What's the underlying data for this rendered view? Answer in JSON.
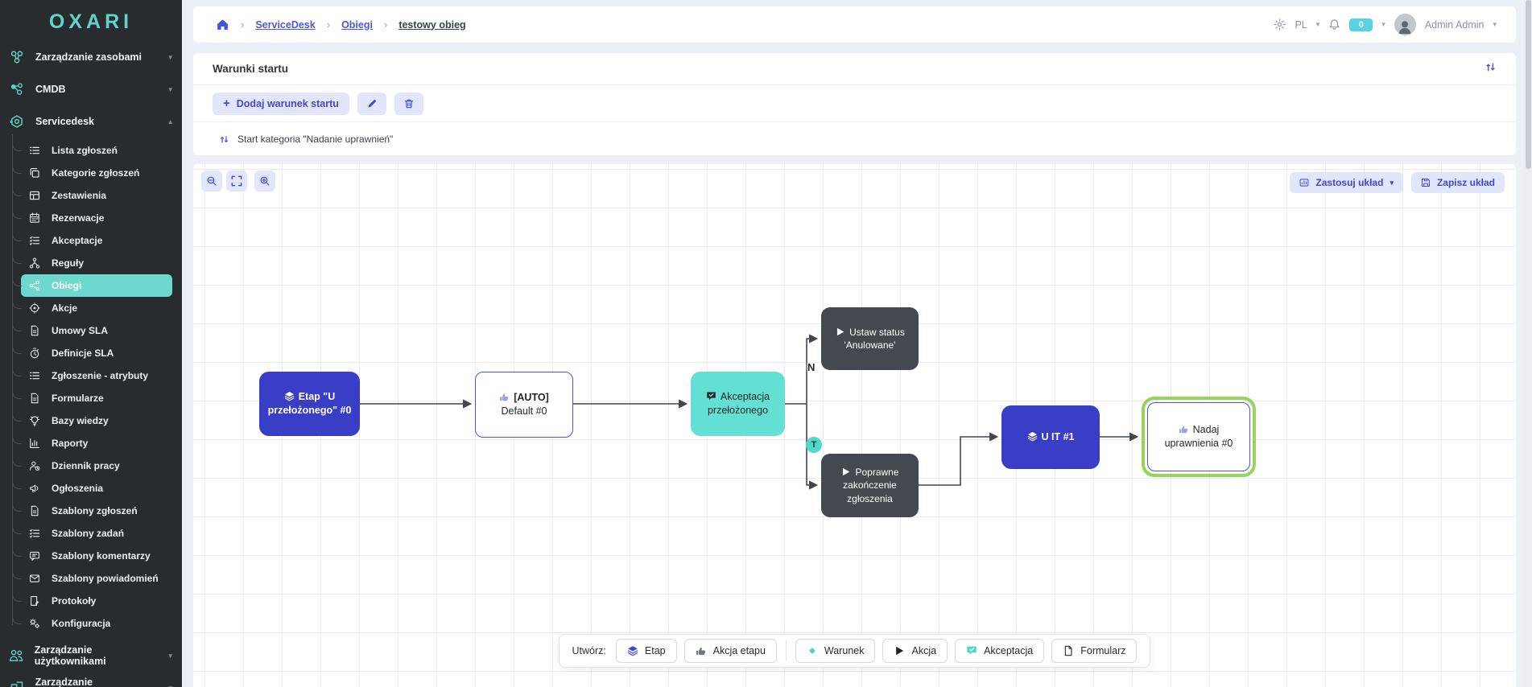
{
  "app": {
    "logo": "OXARI"
  },
  "colors": {
    "accent_teal": "#5fd4ca",
    "accent_indigo": "#3f48d6",
    "node_indigo": "#383fc6",
    "node_teal": "#63e0d3",
    "node_dark": "#45494f",
    "selection_green": "#97d45a",
    "badge_cyan": "#57d2e2"
  },
  "sidebar": {
    "groups": [
      {
        "label": "Zarządzanie zasobami",
        "icon": "assets-icon",
        "expanded": false
      },
      {
        "label": "CMDB",
        "icon": "cmdb-icon",
        "expanded": false
      },
      {
        "label": "Servicedesk",
        "icon": "servicedesk-icon",
        "expanded": true,
        "children": [
          {
            "label": "Lista zgłoszeń",
            "icon": "list-icon"
          },
          {
            "label": "Kategorie zgłoszeń",
            "icon": "copy-icon"
          },
          {
            "label": "Zestawienia",
            "icon": "table-icon"
          },
          {
            "label": "Rezerwacje",
            "icon": "calendar-icon"
          },
          {
            "label": "Akceptacje",
            "icon": "checklist-icon"
          },
          {
            "label": "Reguły",
            "icon": "hierarchy-icon"
          },
          {
            "label": "Obiegi",
            "icon": "workflow-icon",
            "selected": true
          },
          {
            "label": "Akcje",
            "icon": "target-icon"
          },
          {
            "label": "Umowy SLA",
            "icon": "document-icon"
          },
          {
            "label": "Definicje SLA",
            "icon": "timer-icon"
          },
          {
            "label": "Zgłoszenie - atrybuty",
            "icon": "list-icon"
          },
          {
            "label": "Formularze",
            "icon": "document-icon"
          },
          {
            "label": "Bazy wiedzy",
            "icon": "bulb-icon"
          },
          {
            "label": "Raporty",
            "icon": "chart-icon"
          },
          {
            "label": "Dziennik pracy",
            "icon": "worklog-icon"
          },
          {
            "label": "Ogłoszenia",
            "icon": "megaphone-icon"
          },
          {
            "label": "Szablony zgłoszeń",
            "icon": "document-icon"
          },
          {
            "label": "Szablony zadań",
            "icon": "checklist-icon"
          },
          {
            "label": "Szablony komentarzy",
            "icon": "comment-icon"
          },
          {
            "label": "Szablony powiadomień",
            "icon": "mail-icon"
          },
          {
            "label": "Protokoły",
            "icon": "protocol-icon"
          },
          {
            "label": "Konfiguracja",
            "icon": "gears-icon"
          }
        ]
      },
      {
        "label": "Zarządzanie użytkownikami",
        "icon": "users-icon",
        "expanded": false
      },
      {
        "label": "Zarządzanie dokumentami",
        "icon": "documents-icon",
        "expanded": false
      }
    ]
  },
  "breadcrumb": {
    "items": [
      {
        "label": "ServiceDesk",
        "link": true
      },
      {
        "label": "Obiegi",
        "link": true
      },
      {
        "label": "testowy obieg",
        "current": true
      }
    ]
  },
  "userbar": {
    "language": "PL",
    "notification_count": "0",
    "username": "Admin Admin"
  },
  "start_conditions": {
    "title": "Warunki startu",
    "add_button": "Dodaj warunek startu",
    "condition": "Start kategoria \"Nadanie uprawnień\""
  },
  "canvas": {
    "apply_layout": "Zastosuj układ",
    "save_layout": "Zapisz układ",
    "edge_labels": {
      "no": "N",
      "yes": "T"
    },
    "nodes": [
      {
        "id": "etap-u-przelozonego",
        "icon": "layers-icon",
        "label": "Etap \"U przełożonego\" #0",
        "style": "indigo"
      },
      {
        "id": "auto-default",
        "icon": "hand-icon",
        "label_bold": "[AUTO]",
        "label": "Default #0",
        "style": "outline"
      },
      {
        "id": "akceptacja-przelozonego",
        "icon": "approval-icon",
        "label": "Akceptacja przełożonego",
        "style": "teal"
      },
      {
        "id": "ustaw-status-anulowane",
        "icon": "play-icon",
        "label": "Ustaw status 'Anulowane'",
        "style": "dark"
      },
      {
        "id": "poprawne-zakonczenie",
        "icon": "play-icon",
        "label": "Poprawne zakończenie zgłoszenia",
        "style": "dark"
      },
      {
        "id": "u-it-1",
        "icon": "layers-icon",
        "label": "U IT #1",
        "style": "indigo"
      },
      {
        "id": "nadaj-uprawnienia",
        "icon": "hand-icon",
        "label": "Nadaj uprawnienia #0",
        "style": "outline",
        "selected": true
      }
    ],
    "create_toolbar": {
      "label": "Utwórz:",
      "buttons": [
        {
          "label": "Etap",
          "icon": "layers-icon"
        },
        {
          "label": "Akcja etapu",
          "icon": "hand-icon",
          "divider_after": true
        },
        {
          "label": "Warunek",
          "icon": "diamond-icon"
        },
        {
          "label": "Akcja",
          "icon": "play-icon"
        },
        {
          "label": "Akceptacja",
          "icon": "approval-teal-icon"
        },
        {
          "label": "Formularz",
          "icon": "form-icon"
        }
      ]
    }
  }
}
